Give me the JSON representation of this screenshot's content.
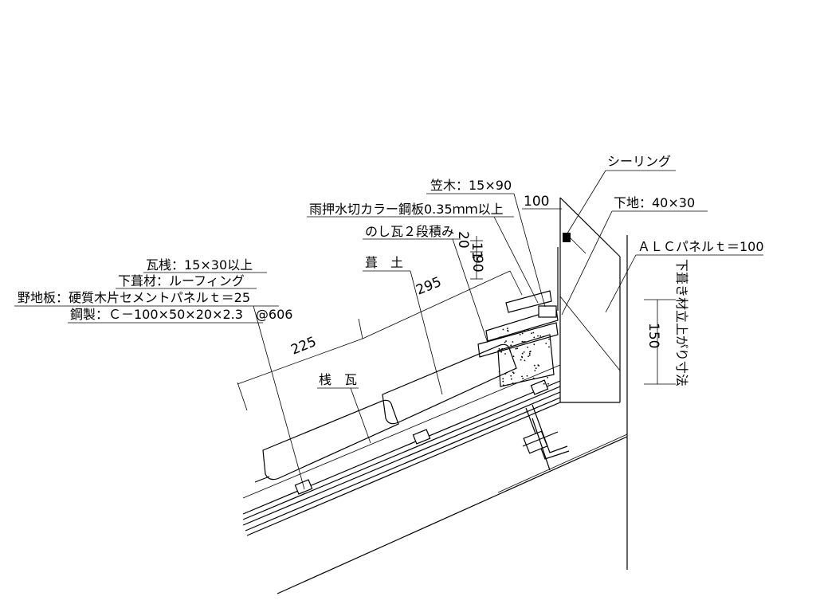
{
  "labels": {
    "sealing": "シーリング",
    "kasagi": "笠木：15×90",
    "amaosae": "雨押水切カラー鋼板0.35ｍｍ以上",
    "shitaji": "下地：40×30",
    "noshi": "のし瓦２段積み",
    "alc": "ＡＬＣパネルｔ＝100",
    "fukido": "葺　土",
    "kawarasan": "瓦桟：15×30以上",
    "shitabuki": "下葺材：ルーフィング",
    "nojiita": "野地板：硬質木片セメントパネルｔ＝25",
    "kousei": "鋼製：Ｃ－100×50×20×2.3　@606",
    "sangawara": "桟　瓦",
    "vertical_note": "下葺き材立上がり寸法"
  },
  "dimensions": {
    "d100": "100",
    "d20": "20",
    "d11": "11",
    "d90": "90",
    "d295": "295",
    "d225": "225",
    "d150": "150"
  },
  "colors": {
    "line": "#000000",
    "background": "#ffffff"
  }
}
